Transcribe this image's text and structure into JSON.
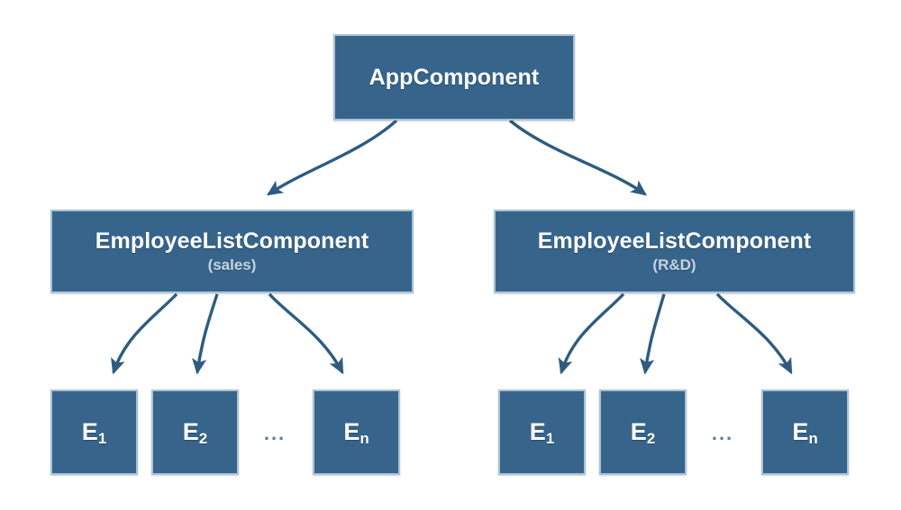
{
  "diagram": {
    "title": "Angular component tree with two EmployeeListComponent instances",
    "colors": {
      "node_fill": "#36648B",
      "node_border": "#A9C2D6",
      "edge": "#2E5C80",
      "title_text": "#FFFFFF",
      "subtitle_text": "#C8D5DF",
      "ellipsis_text": "#5C7F9E",
      "background": "#FFFFFF"
    },
    "root": {
      "label": "AppComponent"
    },
    "branches": [
      {
        "id": "sales",
        "label": "EmployeeListComponent",
        "sublabel": "(sales)",
        "ellipsis": "...",
        "leaves": [
          {
            "base": "E",
            "sub": "1"
          },
          {
            "base": "E",
            "sub": "2"
          },
          {
            "base": "E",
            "sub": "n"
          }
        ]
      },
      {
        "id": "rnd",
        "label": "EmployeeListComponent",
        "sublabel": "(R&D)",
        "ellipsis": "...",
        "leaves": [
          {
            "base": "E",
            "sub": "1"
          },
          {
            "base": "E",
            "sub": "2"
          },
          {
            "base": "E",
            "sub": "n"
          }
        ]
      }
    ]
  }
}
